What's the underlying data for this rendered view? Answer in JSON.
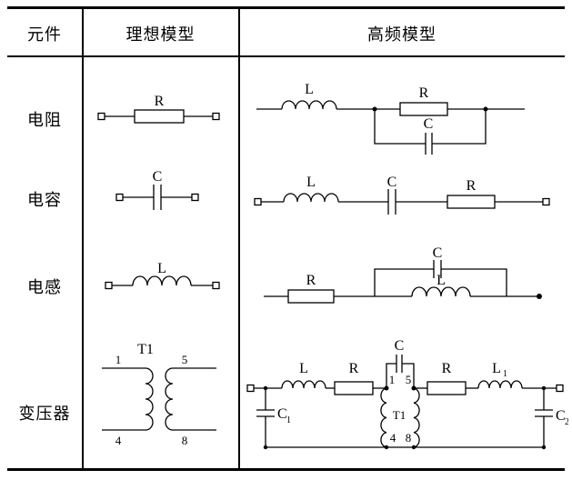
{
  "header": {
    "component": "元件",
    "ideal_model": "理想模型",
    "hf_model": "高频模型"
  },
  "rows": {
    "resistor": {
      "name": "电阻",
      "ideal": {
        "r": "R"
      },
      "hf": {
        "l": "L",
        "r": "R",
        "c": "C"
      }
    },
    "capacitor": {
      "name": "电容",
      "ideal": {
        "c": "C"
      },
      "hf": {
        "l": "L",
        "c": "C",
        "r": "R"
      }
    },
    "inductor": {
      "name": "电感",
      "ideal": {
        "l": "L"
      },
      "hf": {
        "r": "R",
        "c": "C",
        "l": "L"
      }
    },
    "transformer": {
      "name": "变压器",
      "ideal": {
        "t1": "T1",
        "p1": "1",
        "p5": "5",
        "p4": "4",
        "p8": "8"
      },
      "hf": {
        "c": "C",
        "l": "L",
        "r_left": "R",
        "p1": "1",
        "p5": "5",
        "t1": "T1",
        "p4": "4",
        "p8": "8",
        "r_right": "R",
        "l1_base": "L",
        "l1_sub": "1",
        "c1_base": "C",
        "c1_sub": "1",
        "c2_base": "C",
        "c2_sub": "2"
      }
    }
  }
}
